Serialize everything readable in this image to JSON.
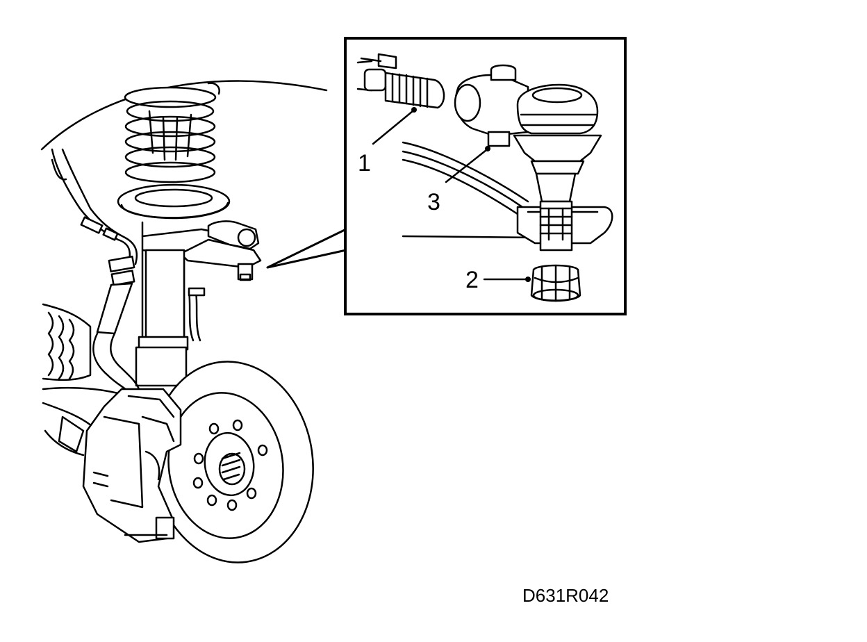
{
  "figure_code": "D631R042",
  "callouts": [
    {
      "number": "1",
      "part": "tie-rod-end-boot"
    },
    {
      "number": "2",
      "part": "nut"
    },
    {
      "number": "3",
      "part": "ball-joint-stud"
    }
  ]
}
